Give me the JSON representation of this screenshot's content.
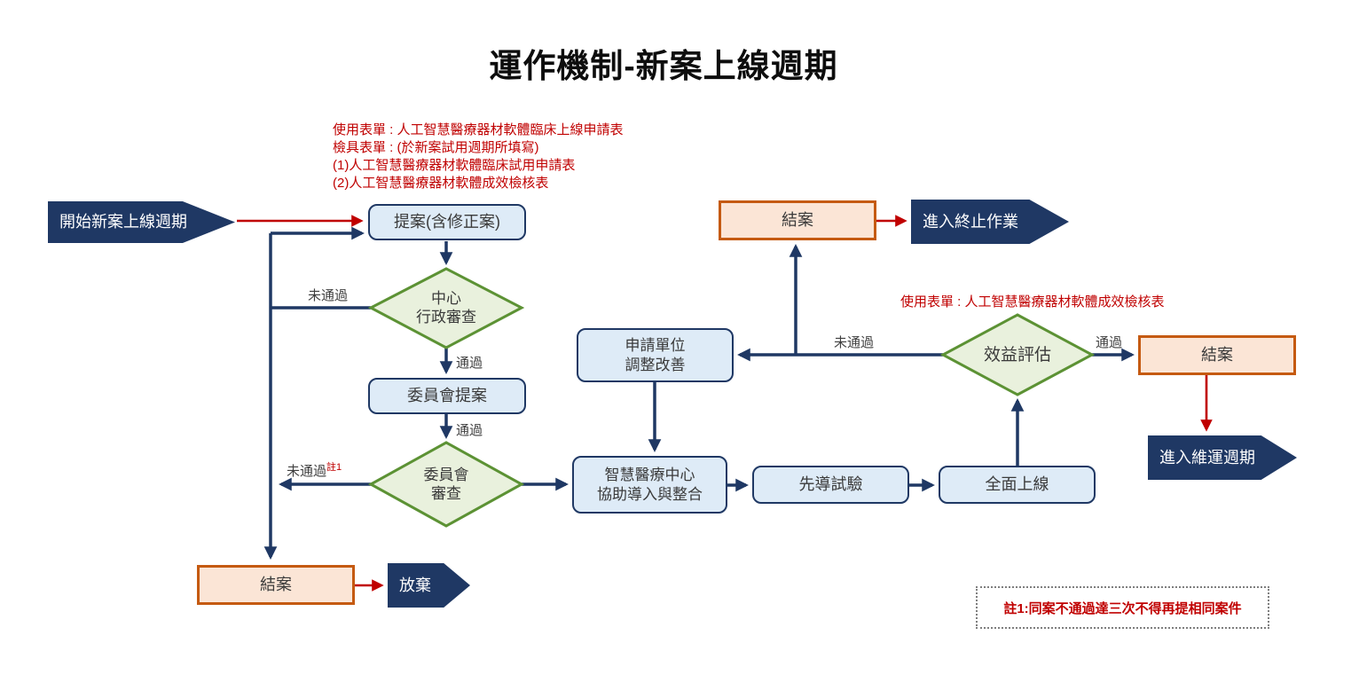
{
  "title": "運作機制-新案上線週期",
  "annotations": {
    "forms_top_line1": "使用表單 : 人工智慧醫療器材軟體臨床上線申請表",
    "forms_top_line2": "檢具表單 : (於新案試用週期所填寫)",
    "forms_top_line3": "(1)人工智慧醫療器材軟體臨床試用申請表",
    "forms_top_line4": "(2)人工智慧醫療器材軟體成效檢核表",
    "forms_benefit": "使用表單 : 人工智慧醫療器材軟體成效檢核表",
    "note1": "註1:同案不通過達三次不得再提相同案件"
  },
  "nodes": {
    "start": {
      "label": "開始新案上線週期"
    },
    "proposal": {
      "label": "提案(含修正案)"
    },
    "center_review": {
      "line1": "中心",
      "line2": "行政審查"
    },
    "committee_proposal": {
      "label": "委員會提案"
    },
    "committee_review": {
      "line1": "委員會",
      "line2": "審查"
    },
    "closure_bottom": {
      "label": "結案"
    },
    "abandon": {
      "label": "放棄"
    },
    "smart_center": {
      "line1": "智慧醫療中心",
      "line2": "協助導入與整合"
    },
    "pilot": {
      "label": "先導試驗"
    },
    "full_launch": {
      "label": "全面上線"
    },
    "benefit_eval": {
      "label": "效益評估"
    },
    "adjust": {
      "line1": "申請單位",
      "line2": "調整改善"
    },
    "closure_top": {
      "label": "結案"
    },
    "termination": {
      "label": "進入終止作業"
    },
    "closure_right": {
      "label": "結案"
    },
    "maintenance": {
      "label": "進入維運週期"
    }
  },
  "edge_labels": {
    "fail_center": "未通過",
    "pass_center": "通過",
    "pass_committee": "通過",
    "fail_committee": "未通過",
    "fail_committee_sup": "註1",
    "fail_benefit": "未通過",
    "pass_benefit": "通過"
  },
  "colors": {
    "navy": "#1f3864",
    "blue_fill": "#deebf7",
    "green_border": "#5c9234",
    "green_fill": "#e9f1dd",
    "orange_border": "#c55a11",
    "orange_fill": "#fbe5d6",
    "red": "#c00000",
    "text": "#3a3a3a"
  }
}
